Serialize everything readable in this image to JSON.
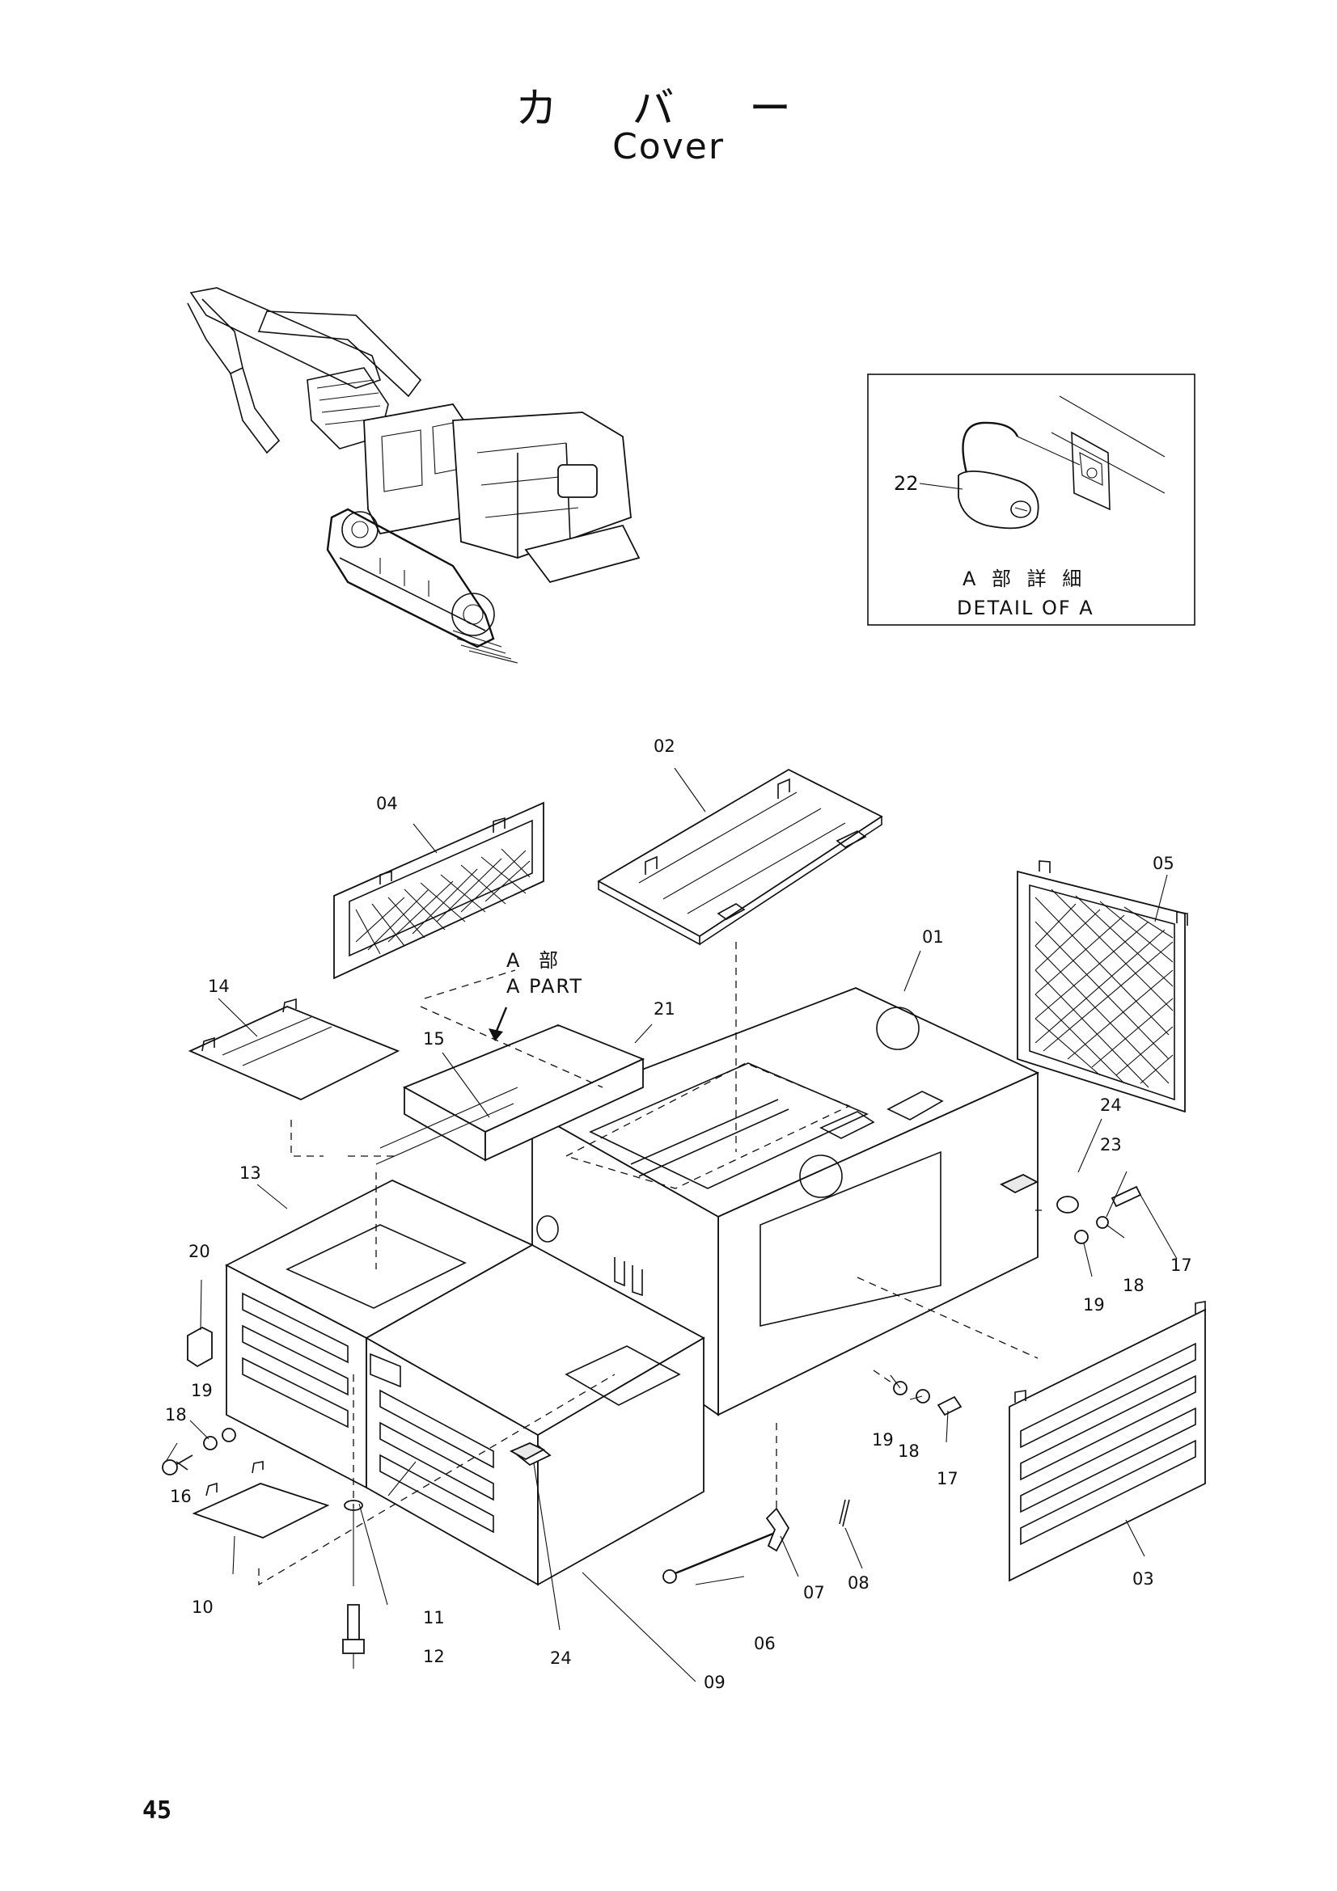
{
  "title_jp": "カ バ ー",
  "title_en": "Cover",
  "page_number": "45",
  "detail_box": {
    "label_jp": "A 部 詳 細",
    "label_en": "DETAIL OF A",
    "part_label": "22"
  },
  "a_part": {
    "label_jp": "A 部",
    "label_en": "A PART"
  },
  "callouts": {
    "c01": "01",
    "c02": "02",
    "c03": "03",
    "c04": "04",
    "c05": "05",
    "c06": "06",
    "c07": "07",
    "c08": "08",
    "c09": "09",
    "c10": "10",
    "c11": "11",
    "c12": "12",
    "c13": "13",
    "c14": "14",
    "c15": "15",
    "c16": "16",
    "c17a": "17",
    "c17b": "17",
    "c18a": "18",
    "c18b": "18",
    "c18c": "18",
    "c19a": "19",
    "c19b": "19",
    "c19c": "19",
    "c20": "20",
    "c21": "21",
    "c23": "23",
    "c24a": "24",
    "c24b": "24"
  }
}
